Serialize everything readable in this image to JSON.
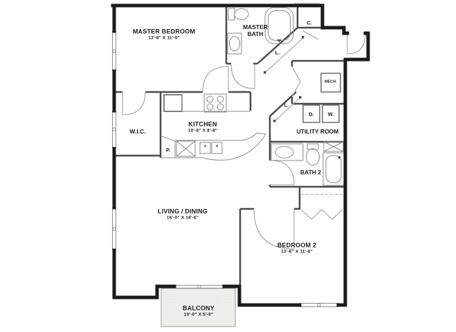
{
  "plan": {
    "title": "Two bedroom two bath floor plan",
    "colors": {
      "outer_wall": "#1b1b1b",
      "interior_wall": "#4a4a4a",
      "fixture_line": "#8a8a8a",
      "text": "#1b1b1b",
      "background": "#ffffff"
    },
    "rooms": {
      "master_bedroom": {
        "name": "MASTER BEDROOM",
        "dims": "13'-8\" X 11'-6\""
      },
      "master_bath": {
        "name": "MASTER BATH"
      },
      "closet_c": {
        "name": "C."
      },
      "linen_master": {
        "name": "L."
      },
      "mech": {
        "name": "MECH."
      },
      "wic": {
        "name": "W.I.C."
      },
      "kitchen": {
        "name": "KITCHEN",
        "dims": "10'-8\" X 8'-8\""
      },
      "pantry": {
        "name": "P."
      },
      "linen_hall": {
        "name": "L."
      },
      "dryer": {
        "name": "D."
      },
      "washer": {
        "name": "W."
      },
      "utility_room": {
        "name": "UTILITY ROOM"
      },
      "bath2": {
        "name": "BATH 2"
      },
      "living_dining": {
        "name": "LIVING / DINING",
        "dims": "16'-0\" X 16'-6\""
      },
      "bedroom2": {
        "name": "BEDROOM 2",
        "dims": "13'-6\" X 11'-6\""
      },
      "balcony": {
        "name": "BALCONY",
        "dims": "10'-0\" X 5'-0\""
      }
    }
  }
}
